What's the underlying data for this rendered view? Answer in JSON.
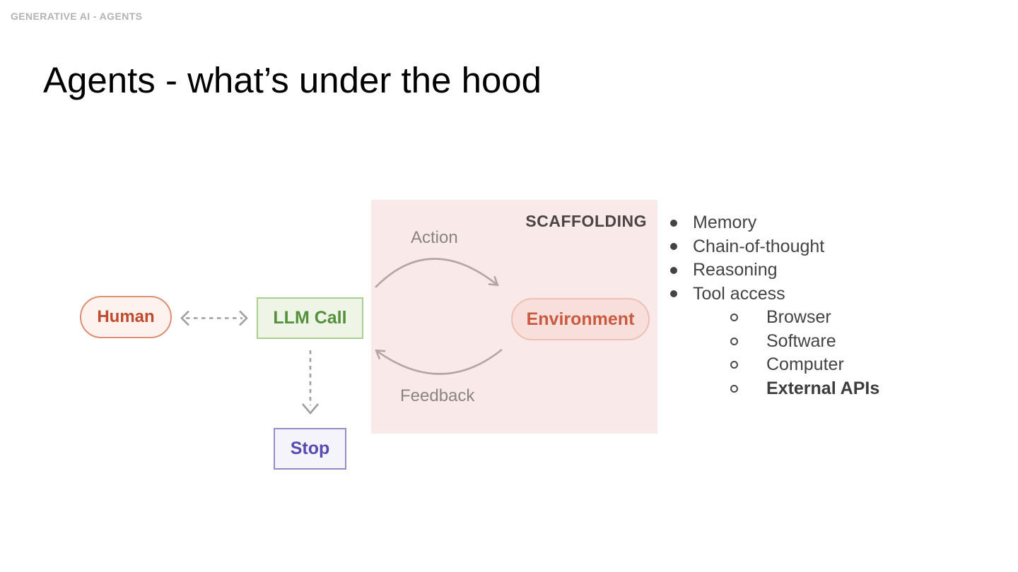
{
  "slide": {
    "eyebrow": "GENERATIVE AI - AGENTS",
    "title": "Agents - what’s under the hood"
  },
  "diagram": {
    "human_label": "Human",
    "llm_call_label": "LLM Call",
    "stop_label": "Stop",
    "environment_label": "Environment",
    "scaffolding_label": "SCAFFOLDING",
    "action_label": "Action",
    "feedback_label": "Feedback",
    "colors": {
      "human_text": "#c0492e",
      "human_border": "#db8f74",
      "human_bg": "#fdf2ee",
      "llm_text": "#55913d",
      "llm_border": "#abcd90",
      "llm_bg": "#eef5e7",
      "stop_text": "#564ab3",
      "stop_border": "#938cc8",
      "stop_bg": "#f5f4fa",
      "environment_text": "#c95a40",
      "environment_border": "#eec0b4",
      "environment_bg": "#f8dfdb",
      "scaffolding_bg": "#f9e9e9",
      "dashed_arrow": "#9e9e9e",
      "arc_arrow": "#b2a6a3"
    }
  },
  "list": {
    "items": [
      {
        "label": "Memory"
      },
      {
        "label": "Chain-of-thought"
      },
      {
        "label": "Reasoning"
      },
      {
        "label": "Tool access"
      },
      {
        "label": "Browser"
      },
      {
        "label": "Software"
      },
      {
        "label": "Computer"
      },
      {
        "label": "External APIs"
      }
    ]
  }
}
